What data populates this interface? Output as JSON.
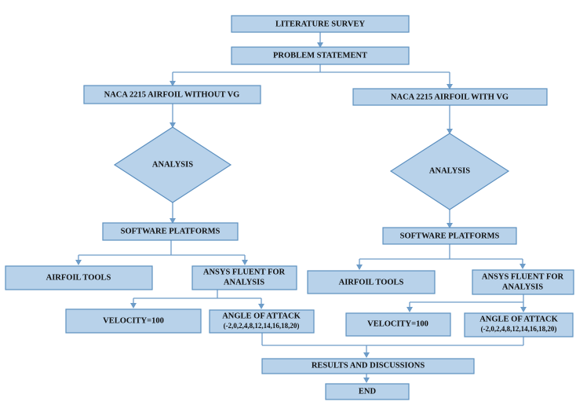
{
  "nodes": {
    "literature_survey": "LITERATURE SURVEY",
    "problem_statement": "PROBLEM STATEMENT",
    "left": {
      "airfoil": "NACA 2215 AIRFOIL WITHOUT VG",
      "analysis": "ANALYSIS",
      "software_platforms": "SOFTWARE PLATFORMS",
      "airfoil_tools": "AIRFOIL TOOLS",
      "ansys_line1": "ANSYS  FLUENT FOR",
      "ansys_line2": "ANALYSIS",
      "velocity": "VELOCITY=100",
      "aoa_line1": "ANGLE OF ATTACK",
      "aoa_line2": "(-2,0,2,4,8,12,14,16,18,20)"
    },
    "right": {
      "airfoil": "NACA 2215 AIRFOIL WITH VG",
      "analysis": "ANALYSIS",
      "software_platforms": "SOFTWARE PLATFORMS",
      "airfoil_tools": "AIRFOIL TOOLS",
      "ansys_line1": "ANSYS  FLUENT FOR",
      "ansys_line2": "ANALYSIS",
      "velocity": "VELOCITY=100",
      "aoa_line1": "ANGLE OF ATTACK",
      "aoa_line2": "(-2,0,2,4,8,12,14,16,18,20)"
    },
    "results": "RESULTS AND DISCUSSIONS",
    "end": "END"
  },
  "colors": {
    "box_fill": "#b8d2ea",
    "box_stroke": "#5b8fbf",
    "connector": "#6d9cc8"
  }
}
